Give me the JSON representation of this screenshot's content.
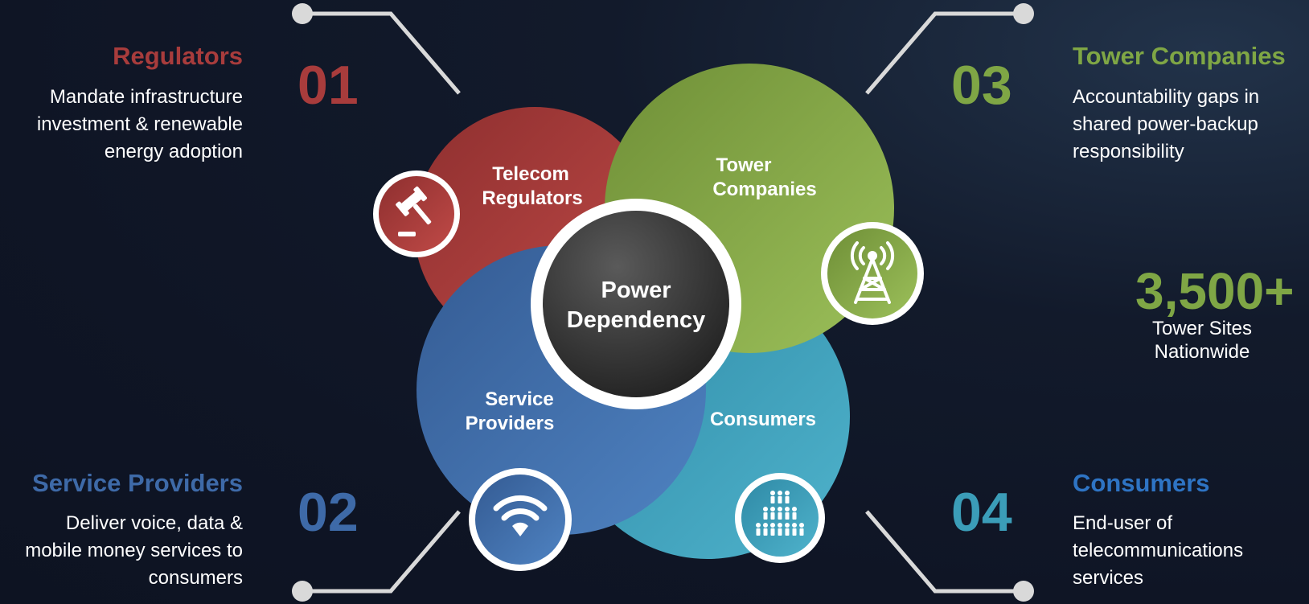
{
  "colors": {
    "red": "#a83c3c",
    "green": "#7fa645",
    "blue": "#3e6aa8",
    "teal": "#3b9db8",
    "consumers_heading": "#2e74c4",
    "center": "#3a3a3a"
  },
  "center": {
    "line1": "Power",
    "line2": "Dependency"
  },
  "circles": {
    "telecom": {
      "line1": "Telecom",
      "line2": "Regulators",
      "icon": "gavel-icon"
    },
    "tower": {
      "line1": "Tower",
      "line2": "Companies",
      "icon": "tower-antenna-icon"
    },
    "service": {
      "line1": "Service",
      "line2": "Providers",
      "icon": "wifi-icon"
    },
    "consumers": {
      "line1": "Consumers",
      "icon": "people-group-icon"
    }
  },
  "panels": {
    "regulators": {
      "number": "01",
      "heading": "Regulators",
      "desc": [
        "Mandate infrastructure",
        "investment & renewable",
        "energy adoption"
      ]
    },
    "service_providers": {
      "number": "02",
      "heading": "Service Providers",
      "desc": [
        "Deliver voice, data &",
        "mobile money services to",
        "consumers"
      ]
    },
    "tower_companies": {
      "number": "03",
      "heading": "Tower Companies",
      "desc": [
        "Accountability gaps in",
        "shared power-backup",
        "responsibility"
      ]
    },
    "consumers": {
      "number": "04",
      "heading": "Consumers",
      "desc": [
        "End-user of",
        "telecommunications",
        "services"
      ]
    }
  },
  "stat": {
    "value": "3,500+",
    "line1": "Tower Sites",
    "line2": "Nationwide"
  }
}
